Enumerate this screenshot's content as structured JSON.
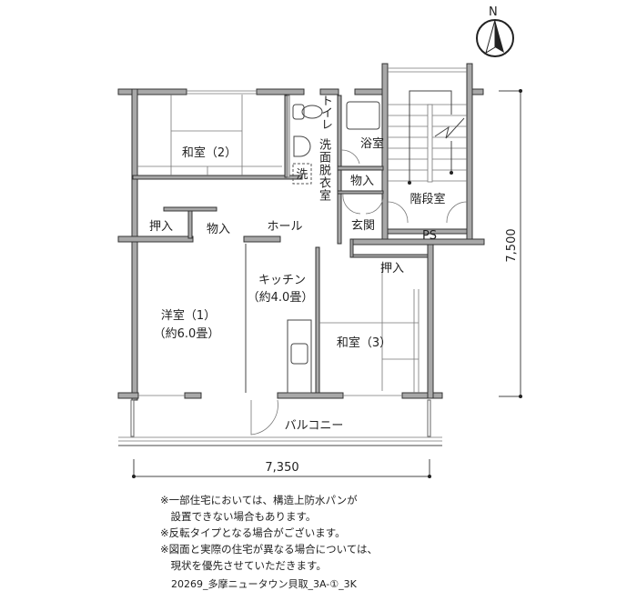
{
  "plan": {
    "rooms": {
      "washitsu2": "和室（2）",
      "toilet": "トイレ",
      "senmen": "洗面脱衣室",
      "washer": "洗",
      "bath": "浴室",
      "storage_bath": "物入",
      "stairs": "階段室",
      "genkan": "玄関",
      "ps": "PS",
      "oshiire1": "押入",
      "storage_hall": "物入",
      "hall": "ホール",
      "oshiire2": "押入",
      "kitchen": "キッチン",
      "kitchen_size": "（約4.0畳）",
      "youshitsu1": "洋室（1）",
      "youshitsu1_size": "（約6.0畳）",
      "washitsu3": "和室（3）",
      "balcony": "バルコニー"
    },
    "dimensions": {
      "width": "7,350",
      "depth": "7,500"
    },
    "north_label": "N"
  },
  "notes": [
    "※一部住宅においては、構造上防水パンが",
    "　設置できない場合もあります。",
    "※反転タイプとなる場合がございます。",
    "※図面と実際の住宅が異なる場合については、",
    "　現状を優先させていただきます。"
  ],
  "code": "20269_多摩ニュータウン貝取_3A-①_3K"
}
